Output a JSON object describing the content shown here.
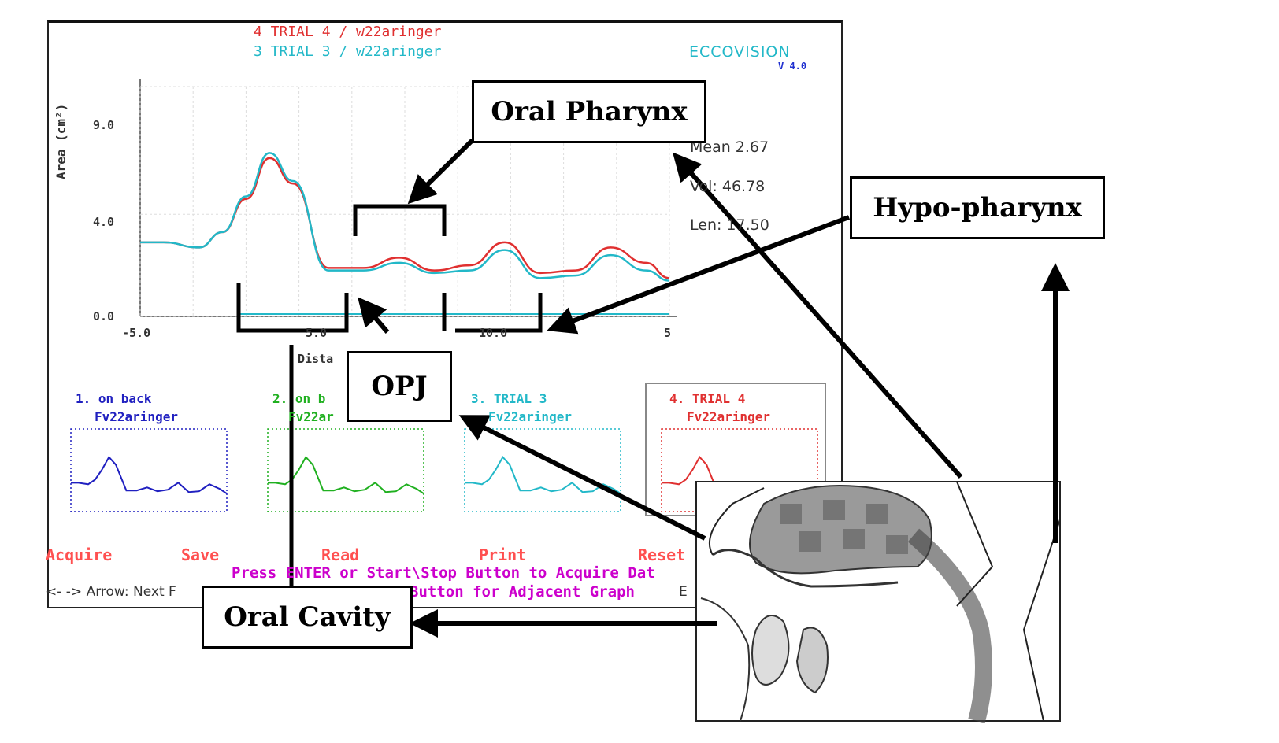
{
  "screen": {
    "trial4_label": "4 TRIAL 4      /   w22aringer",
    "trial3_label": "3 TRIAL 3      /   w22aringer",
    "brand": "ECCOVISION",
    "version": "V 4.0",
    "stats": {
      "mean": "Mean  2.67",
      "vol": "Vol:    46.78",
      "len": "Len:  17.50"
    },
    "y_axis_label": "Area (cm²)",
    "y_ticks": [
      "0.0",
      "4.0",
      "9.0"
    ],
    "x_ticks": [
      "-5.0",
      "5.0",
      "10.0",
      "5"
    ],
    "x_axis_label": "Dista",
    "thumbs": [
      {
        "line1": "1.  on back",
        "line2": "Fv22aringer",
        "color": "#2020c0"
      },
      {
        "line1": "2.  on b",
        "line2": "Fv22ar",
        "color": "#20b020"
      },
      {
        "line1": "3.  TRIAL 3",
        "line2": "Fv22aringer",
        "color": "#22b8c8"
      },
      {
        "line1": "4.  TRIAL 4",
        "line2": "Fv22aringer",
        "color": "#e03030"
      }
    ],
    "menu": [
      "Acquire",
      "Save",
      "Read",
      "Print",
      "Reset"
    ],
    "message1": "Press ENTER or Start\\Stop Button to Acquire Dat",
    "message2": "Button for Adjacent Graph",
    "footer_left": "<- -> Arrow: Next F",
    "footer_right": "E"
  },
  "callouts": {
    "oral_pharynx": "Oral Pharynx",
    "hypo_pharynx": "Hypo-pharynx",
    "opj": "OPJ",
    "oral_cavity": "Oral Cavity"
  },
  "colors": {
    "trial4": "#e03030",
    "trial3": "#22b8c8",
    "menu": "#ff5050",
    "message": "#cc00cc"
  },
  "chart_data": {
    "type": "line",
    "title": "",
    "xlabel": "Dista",
    "ylabel": "Area (cm²)",
    "ylim": [
      0,
      9
    ],
    "series": [
      {
        "name": "4 TRIAL 4",
        "x": [
          -5.0,
          -4.0,
          -2.5,
          -1.5,
          -0.5,
          0.5,
          1.5,
          3.0,
          4.5,
          6.0,
          7.5,
          9.0,
          10.5,
          12.0,
          13.5,
          15.0,
          16.5,
          17.5
        ],
        "values": [
          2.9,
          2.9,
          2.7,
          3.3,
          4.6,
          6.2,
          5.2,
          1.9,
          1.9,
          2.3,
          1.8,
          2.0,
          2.9,
          1.7,
          1.8,
          2.7,
          2.1,
          1.5
        ]
      },
      {
        "name": "3 TRIAL 3",
        "x": [
          -5.0,
          -4.0,
          -2.5,
          -1.5,
          -0.5,
          0.5,
          1.5,
          3.0,
          4.5,
          6.0,
          7.5,
          9.0,
          10.5,
          12.0,
          13.5,
          15.0,
          16.5,
          17.5
        ],
        "values": [
          2.9,
          2.9,
          2.7,
          3.3,
          4.7,
          6.4,
          5.3,
          1.8,
          1.8,
          2.1,
          1.7,
          1.8,
          2.6,
          1.5,
          1.6,
          2.4,
          1.8,
          1.4
        ]
      }
    ]
  }
}
